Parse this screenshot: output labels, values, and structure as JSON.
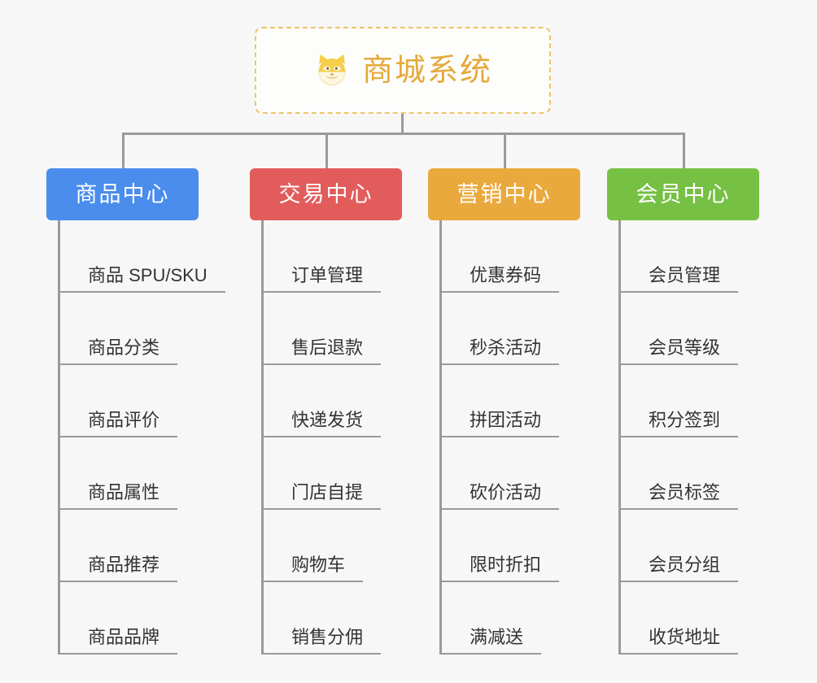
{
  "root": {
    "title": "商城系统",
    "icon": "shiba-dog-face-icon",
    "border_color": "#f0c368",
    "text_color": "#e5a93c",
    "background": "#fdfdfb"
  },
  "canvas": {
    "background": "#f7f7f7",
    "connector_color": "#9a9a9a"
  },
  "columns": [
    {
      "header": "商品中心",
      "color": "#4a8ded",
      "items": [
        "商品 SPU/SKU",
        "商品分类",
        "商品评价",
        "商品属性",
        "商品推荐",
        "商品品牌"
      ]
    },
    {
      "header": "交易中心",
      "color": "#e35c5c",
      "items": [
        "订单管理",
        "售后退款",
        "快递发货",
        "门店自提",
        "购物车",
        "销售分佣"
      ]
    },
    {
      "header": "营销中心",
      "color": "#eaa93c",
      "items": [
        "优惠券码",
        "秒杀活动",
        "拼团活动",
        "砍价活动",
        "限时折扣",
        "满减送"
      ]
    },
    {
      "header": "会员中心",
      "color": "#76c043",
      "items": [
        "会员管理",
        "会员等级",
        "积分签到",
        "会员标签",
        "会员分组",
        "收货地址"
      ]
    }
  ]
}
